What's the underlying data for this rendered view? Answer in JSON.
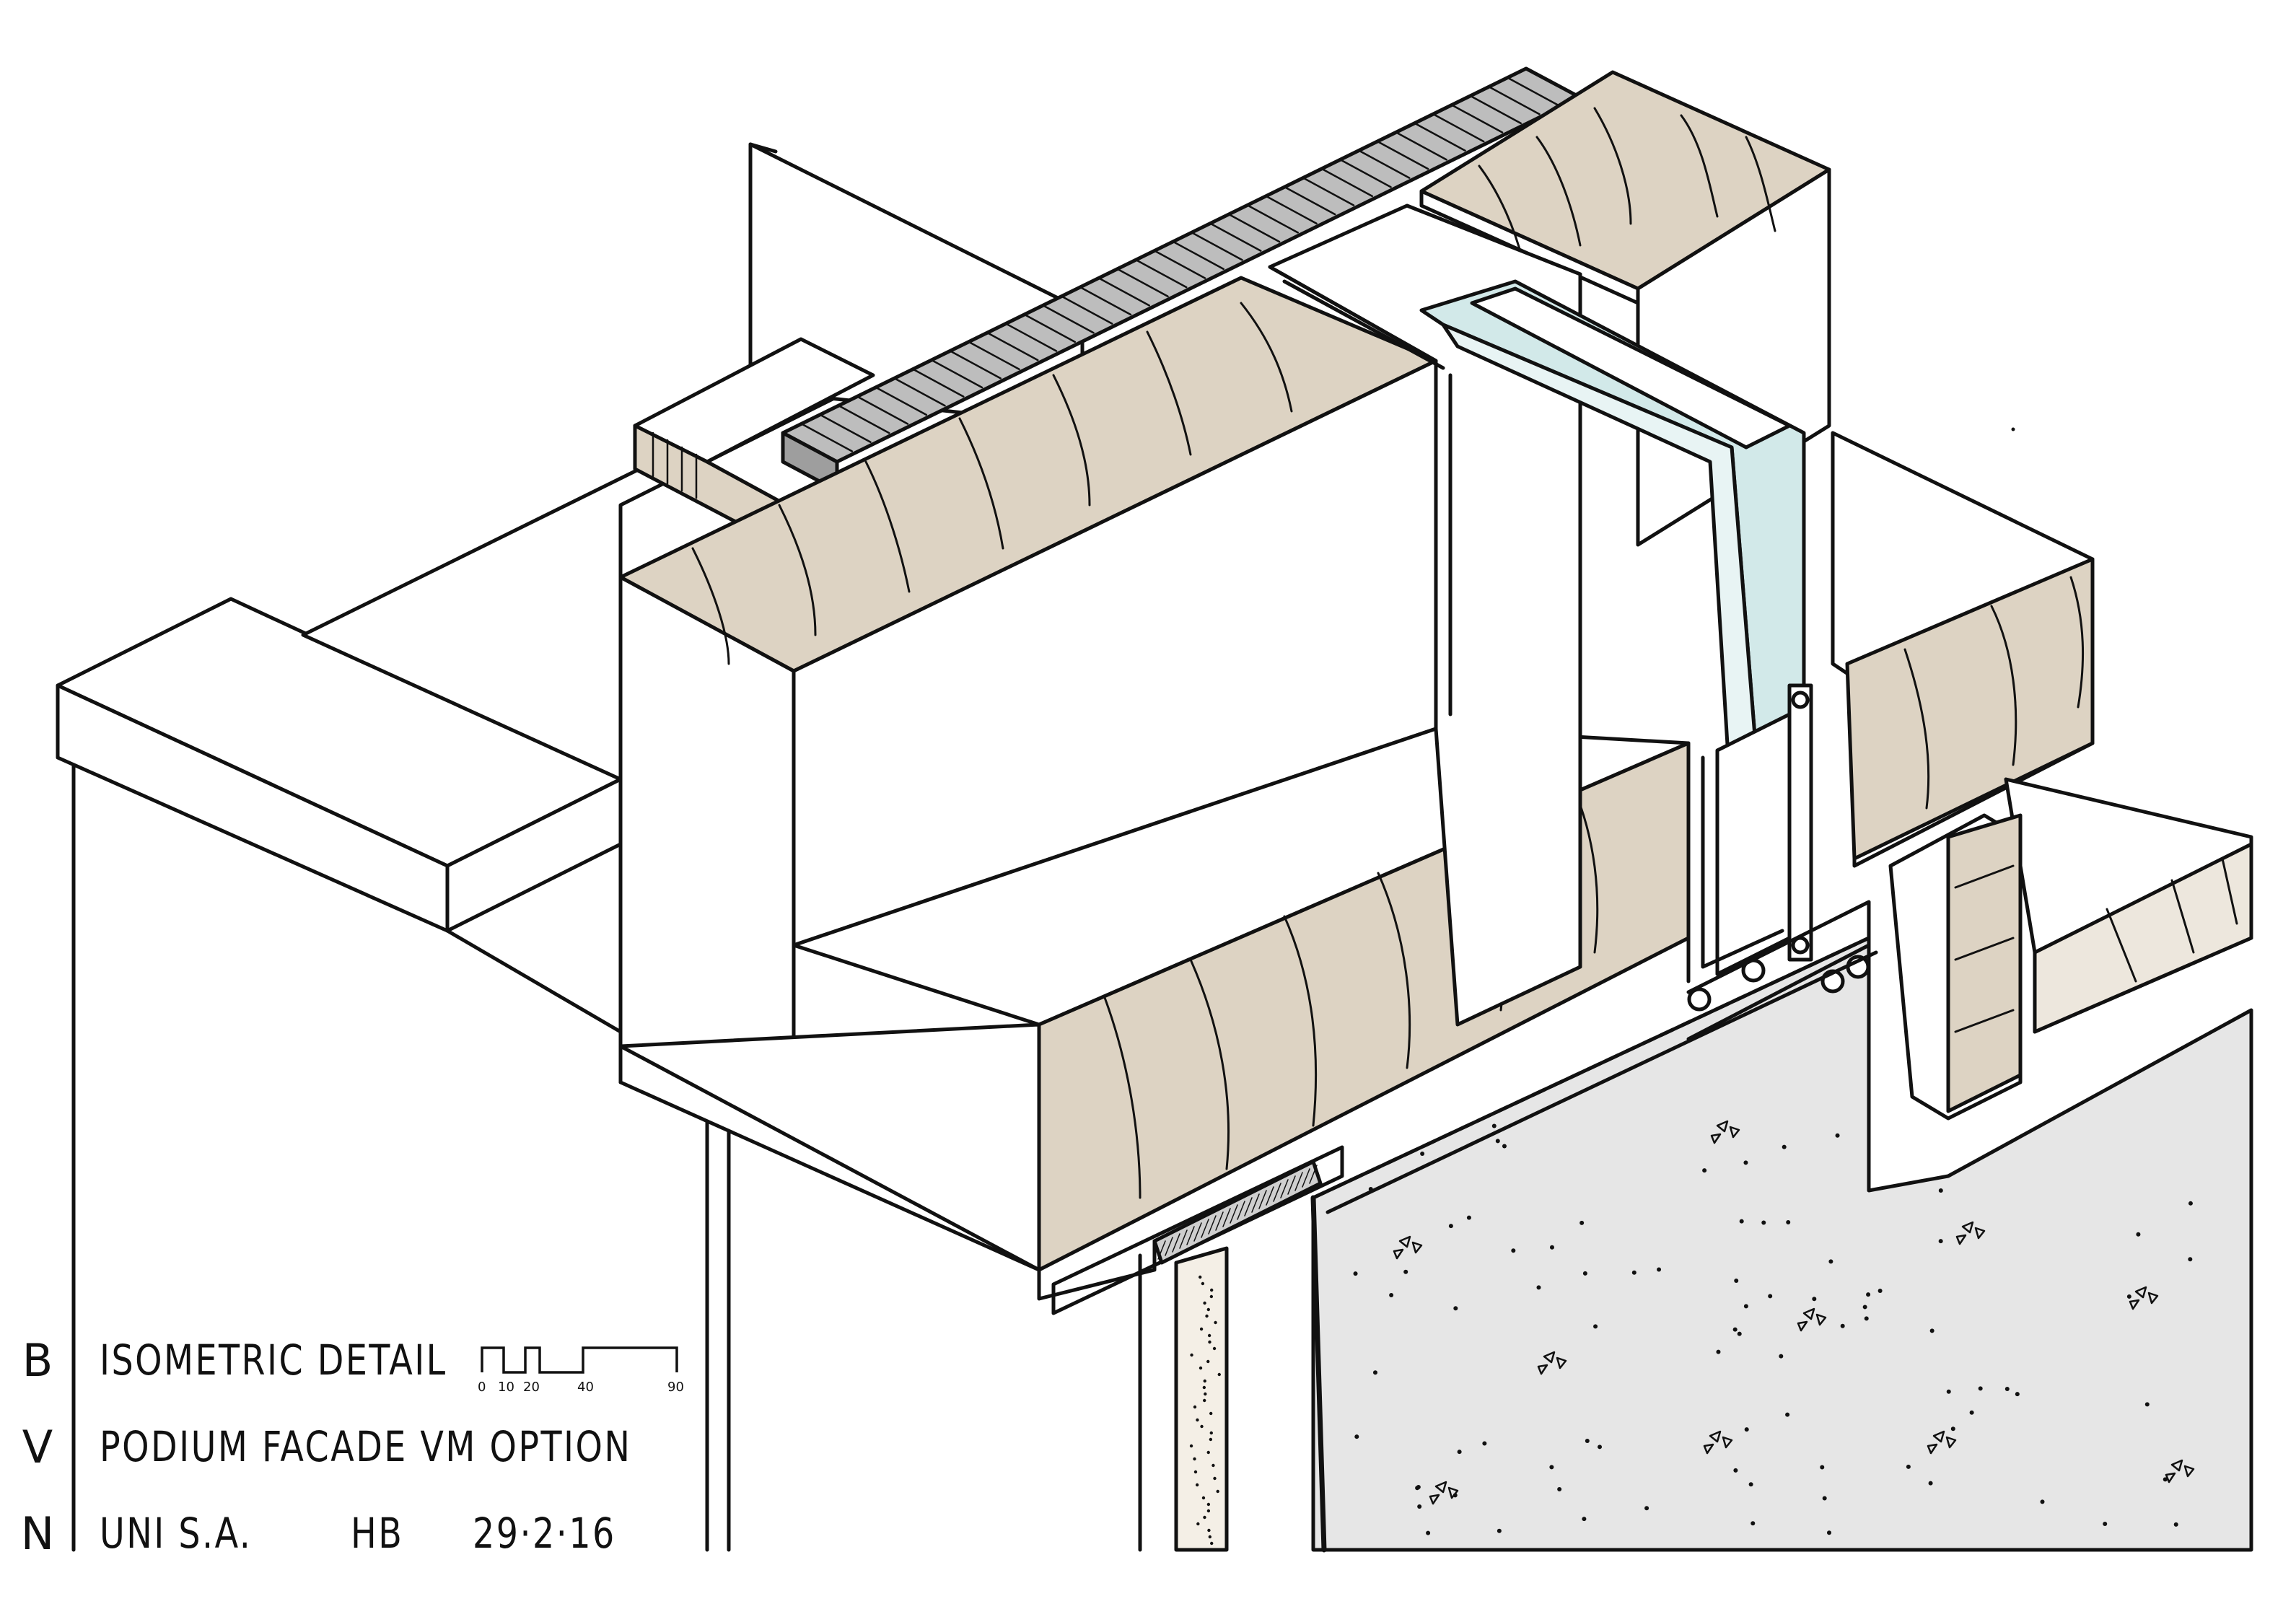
{
  "title_block": {
    "rows": [
      {
        "code": "B",
        "text": "ISOMETRIC DETAIL"
      },
      {
        "code": "V",
        "text": "PODIUM FACADE VM OPTION"
      },
      {
        "code": "N",
        "text": "UNI S.A.",
        "author": "HB",
        "date": "29·2·16"
      }
    ]
  },
  "scale_bar": {
    "ticks": [
      "0",
      "10",
      "20",
      "40",
      "90"
    ]
  },
  "colors": {
    "line": "#111111",
    "timber": "#ddd3c3",
    "glass": "#d2e9e9",
    "concrete": "#e6e6e6",
    "metal_cap": "#bdbdbd",
    "white": "#ffffff"
  }
}
